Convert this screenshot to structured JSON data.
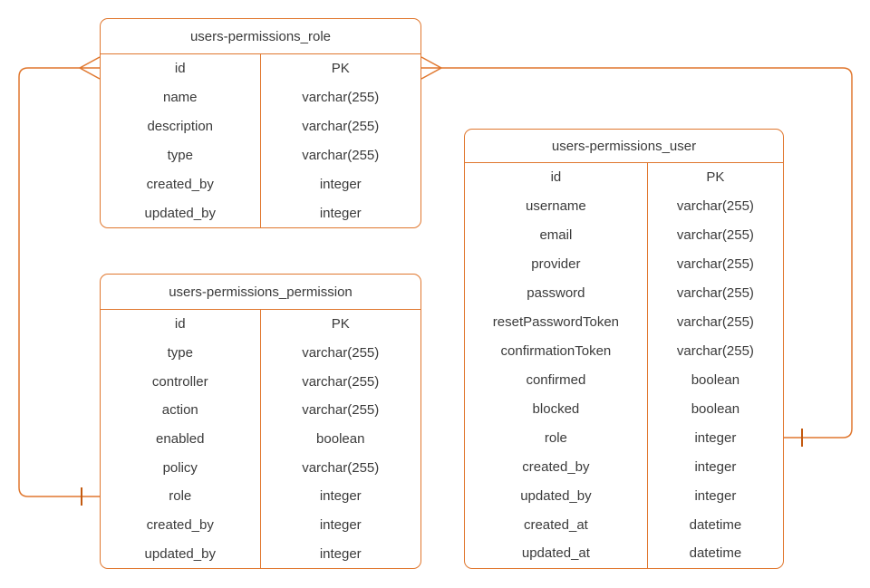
{
  "colors": {
    "accent": "#e0772e",
    "text": "#3a3a3a",
    "background": "#ffffff"
  },
  "tables": [
    {
      "title": "users-permissions_role",
      "rows": [
        {
          "field": "id",
          "type": "PK"
        },
        {
          "field": "name",
          "type": "varchar(255)"
        },
        {
          "field": "description",
          "type": "varchar(255)"
        },
        {
          "field": "type",
          "type": "varchar(255)"
        },
        {
          "field": "created_by",
          "type": "integer"
        },
        {
          "field": "updated_by",
          "type": "integer"
        }
      ]
    },
    {
      "title": "users-permissions_permission",
      "rows": [
        {
          "field": "id",
          "type": "PK"
        },
        {
          "field": "type",
          "type": "varchar(255)"
        },
        {
          "field": "controller",
          "type": "varchar(255)"
        },
        {
          "field": "action",
          "type": "varchar(255)"
        },
        {
          "field": "enabled",
          "type": "boolean"
        },
        {
          "field": "policy",
          "type": "varchar(255)"
        },
        {
          "field": "role",
          "type": "integer"
        },
        {
          "field": "created_by",
          "type": "integer"
        },
        {
          "field": "updated_by",
          "type": "integer"
        }
      ]
    },
    {
      "title": "users-permissions_user",
      "rows": [
        {
          "field": "id",
          "type": "PK"
        },
        {
          "field": "username",
          "type": "varchar(255)"
        },
        {
          "field": "email",
          "type": "varchar(255)"
        },
        {
          "field": "provider",
          "type": "varchar(255)"
        },
        {
          "field": "password",
          "type": "varchar(255)"
        },
        {
          "field": "resetPasswordToken",
          "type": "varchar(255)"
        },
        {
          "field": "confirmationToken",
          "type": "varchar(255)"
        },
        {
          "field": "confirmed",
          "type": "boolean"
        },
        {
          "field": "blocked",
          "type": "boolean"
        },
        {
          "field": "role",
          "type": "integer"
        },
        {
          "field": "created_by",
          "type": "integer"
        },
        {
          "field": "updated_by",
          "type": "integer"
        },
        {
          "field": "created_at",
          "type": "datetime"
        },
        {
          "field": "updated_at",
          "type": "datetime"
        }
      ]
    }
  ],
  "relationships": [
    {
      "from_table": "users-permissions_role",
      "from_field": "id",
      "from_symbol": "many (crow's foot)",
      "to_table": "users-permissions_permission",
      "to_field": "role",
      "to_symbol": "one (tick)"
    },
    {
      "from_table": "users-permissions_role",
      "from_field": "id",
      "from_symbol": "many (crow's foot)",
      "to_table": "users-permissions_user",
      "to_field": "role",
      "to_symbol": "one (tick)"
    }
  ]
}
